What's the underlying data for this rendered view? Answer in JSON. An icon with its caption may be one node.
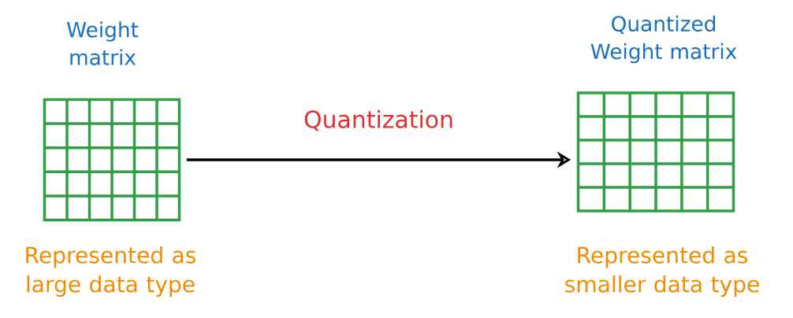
{
  "diagram": {
    "nodes": [
      {
        "text": [
          "Weight matrix"
        ],
        "beside": [
          "Represented as large data type"
        ]
      },
      {
        "text": [
          "Quantized Weight matrix"
        ],
        "beside": [
          "Represented as smaller data type"
        ]
      }
    ],
    "edges": [
      {
        "from": 0,
        "to": 1,
        "arrow": "to",
        "label": "Quantization"
      }
    ]
  }
}
